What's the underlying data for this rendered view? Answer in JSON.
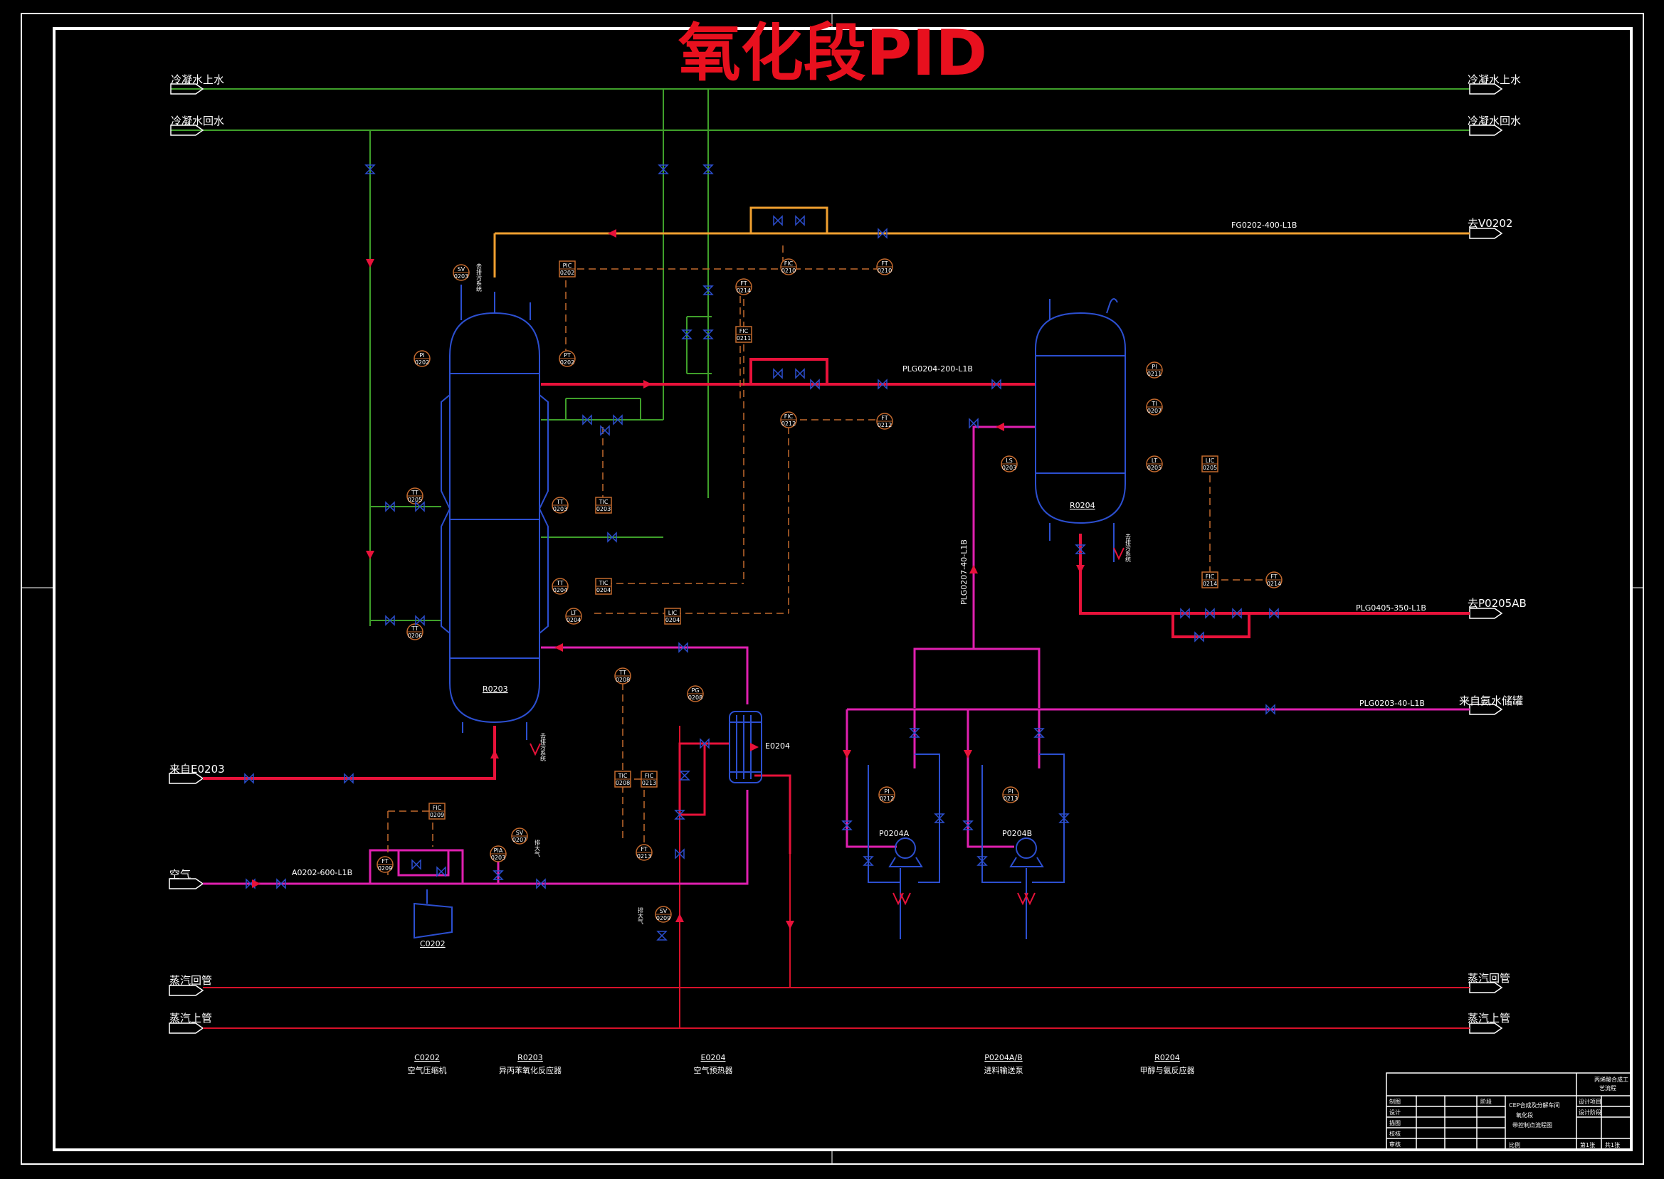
{
  "title": "氧化段PID",
  "utilities": {
    "cw_supply": "冷凝水上水",
    "cw_return": "冷凝水回水",
    "steam_return": "蒸汽回管",
    "steam_supply": "蒸汽上管",
    "to_v0202": "去V0202",
    "to_p0205ab": "去P0205AB",
    "from_ammonia": "来自氨水储罐",
    "from_e0203": "来自E0203",
    "air": "空气"
  },
  "lines": {
    "fg0202": "FG0202-400-L1B",
    "plg0204": "PLG0204-200-L1B",
    "plg0207": "PLG0207-40-L1B",
    "plg0405": "PLG0405-350-L1B",
    "plg0203": "PLG0203-40-L1B",
    "a0202": "A0202-600-L1B"
  },
  "equipment_labels": {
    "r0203": "R0203",
    "r0204": "R0204",
    "e0204": "E0204",
    "p0204a": "P0204A",
    "p0204b": "P0204B",
    "c0202": "C0202"
  },
  "equipment_list": [
    {
      "tag": "C0202",
      "name": "空气压缩机"
    },
    {
      "tag": "R0203",
      "name": "异丙苯氧化反应器"
    },
    {
      "tag": "E0204",
      "name": "空气预热器"
    },
    {
      "tag": "P0204A/B",
      "name": "进料输送泵"
    },
    {
      "tag": "R0204",
      "name": "甲醇与氨反应器"
    }
  ],
  "side_notes": {
    "vent1": "去排污系统",
    "vent2": "去排污系统",
    "vent3": "去排污系统",
    "atm1": "排大气",
    "atm2": "排大气"
  },
  "instruments": [
    {
      "id": "sv0203",
      "t": "SV",
      "n": "0203"
    },
    {
      "id": "pi0202",
      "t": "PI",
      "n": "0202"
    },
    {
      "id": "pt0202",
      "t": "PT",
      "n": "0202"
    },
    {
      "id": "pic0202",
      "t": "PIC",
      "n": "0202"
    },
    {
      "id": "ft0214",
      "t": "FT",
      "n": "0214"
    },
    {
      "id": "fic0211",
      "t": "FIC",
      "n": "0211"
    },
    {
      "id": "fic0210",
      "t": "FIC",
      "n": "0210"
    },
    {
      "id": "ft0210",
      "t": "FT",
      "n": "0210"
    },
    {
      "id": "fic0212",
      "t": "FIC",
      "n": "0212"
    },
    {
      "id": "ft0212",
      "t": "FT",
      "n": "0212"
    },
    {
      "id": "tt0203",
      "t": "TT",
      "n": "0203"
    },
    {
      "id": "tic0203",
      "t": "TIC",
      "n": "0203"
    },
    {
      "id": "tt0205",
      "t": "TT",
      "n": "0205"
    },
    {
      "id": "tt0204",
      "t": "TT",
      "n": "0204"
    },
    {
      "id": "tic0204",
      "t": "TIC",
      "n": "0204"
    },
    {
      "id": "lt0204",
      "t": "LT",
      "n": "0204"
    },
    {
      "id": "lic0204",
      "t": "LIC",
      "n": "0204"
    },
    {
      "id": "tt0206",
      "t": "TT",
      "n": "0206"
    },
    {
      "id": "pi0211",
      "t": "PI",
      "n": "0211"
    },
    {
      "id": "ti0207",
      "t": "TI",
      "n": "0207"
    },
    {
      "id": "ls0203",
      "t": "LS",
      "n": "0203"
    },
    {
      "id": "lt0205",
      "t": "LT",
      "n": "0205"
    },
    {
      "id": "lic0205",
      "t": "LIC",
      "n": "0205"
    },
    {
      "id": "fic0214",
      "t": "FIC",
      "n": "0214"
    },
    {
      "id": "ft0214b",
      "t": "FT",
      "n": "0214"
    },
    {
      "id": "tt0208",
      "t": "TT",
      "n": "0208"
    },
    {
      "id": "pg0208",
      "t": "PG",
      "n": "0208"
    },
    {
      "id": "tic0208",
      "t": "TIC",
      "n": "0208"
    },
    {
      "id": "fic0213",
      "t": "FIC",
      "n": "0213"
    },
    {
      "id": "ft0213",
      "t": "FT",
      "n": "0213"
    },
    {
      "id": "sv0209",
      "t": "SV",
      "n": "0209"
    },
    {
      "id": "fic0209",
      "t": "FIC",
      "n": "0209"
    },
    {
      "id": "ft0209",
      "t": "FT",
      "n": "0209"
    },
    {
      "id": "pia0203",
      "t": "PIA",
      "n": "0203"
    },
    {
      "id": "sv0207",
      "t": "SV",
      "n": "0207"
    },
    {
      "id": "pi0212",
      "t": "PI",
      "n": "0212"
    },
    {
      "id": "pi0213",
      "t": "PI",
      "n": "0213"
    }
  ],
  "title_block": {
    "rows": [
      "制图",
      "设计",
      "描图",
      "校核",
      "审核"
    ],
    "stage": "阶段",
    "project": "CEP合成及分解车间",
    "section": "氧化段",
    "drawing": "带控制点流程图",
    "company": "丙烯酸合成工",
    "company2": "艺流程",
    "design_item": "设计项目",
    "design_stage": "设计阶段",
    "scale": "比例",
    "sheet": "第1张",
    "total": "共1张"
  }
}
